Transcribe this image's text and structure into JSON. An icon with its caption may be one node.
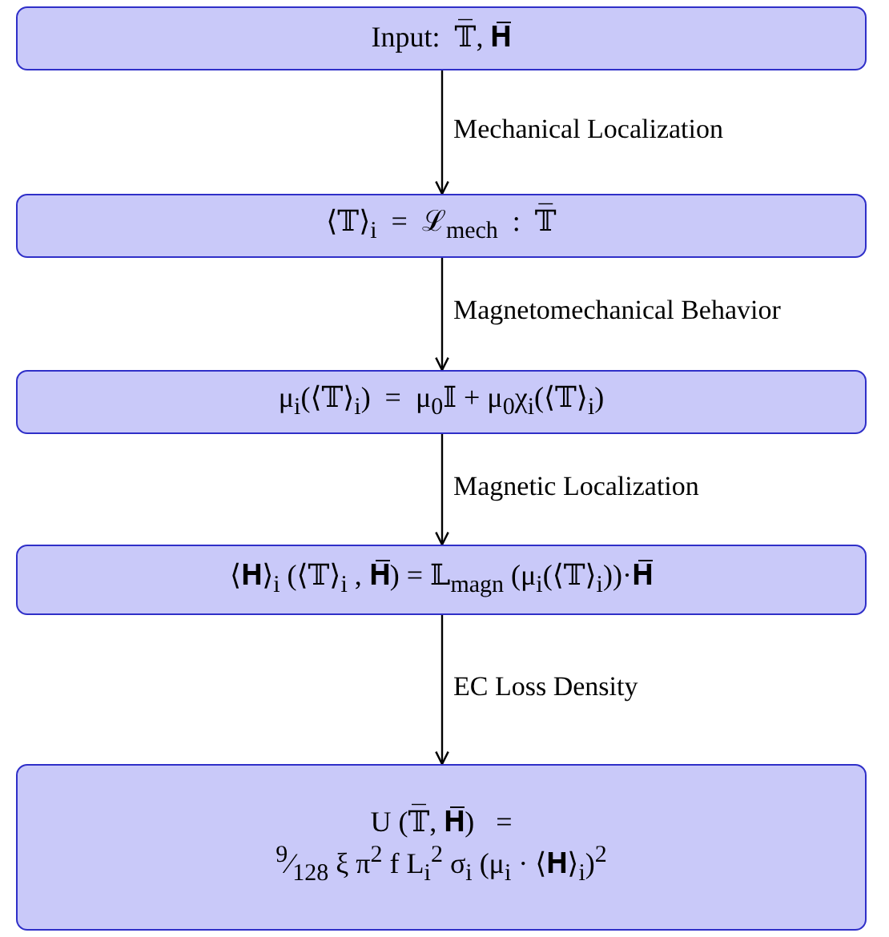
{
  "diagram": {
    "nodes": [
      {
        "text": [
          "Input:  𝕋̅, 𝐇̅"
        ]
      },
      {
        "text": [
          "⟨𝕋⟩$_{i}$  =  ℒ$_{mech}$  :  𝕋̅"
        ]
      },
      {
        "text": [
          "μ$_{i}$(⟨𝕋⟩$_{i}$)  =  μ$_{0}$𝕀 + μ$_{0}$χ$_{i}$(⟨𝕋⟩$_{i}$)"
        ]
      },
      {
        "text": [
          "⟨𝐇⟩$_{i}$ (⟨𝕋⟩$_{i}$ , 𝐇̅) = 𝕃$_{magn}$ (μ$_{i}$(⟨𝕋⟩$_{i}$))·𝐇̅"
        ]
      },
      {
        "text": [
          "U (𝕋̅, 𝐇̅)   =",
          "$^{9}$⁄$_{128}$ ξ π$^{2}$ f L$_{i}$$^{2}$ σ$_{i}$ (μ$_{i}$ · ⟨𝐇⟩$_{i}$)$^{2}$"
        ]
      }
    ],
    "edges": [
      {
        "from": 0,
        "to": 1,
        "arrow": "to",
        "label": "Mechanical Localization"
      },
      {
        "from": 1,
        "to": 2,
        "arrow": "to",
        "label": "Magnetomechanical Behavior"
      },
      {
        "from": 2,
        "to": 3,
        "arrow": "to",
        "label": "Magnetic Localization"
      },
      {
        "from": 3,
        "to": 4,
        "arrow": "to",
        "label": "EC Loss Density"
      }
    ]
  }
}
